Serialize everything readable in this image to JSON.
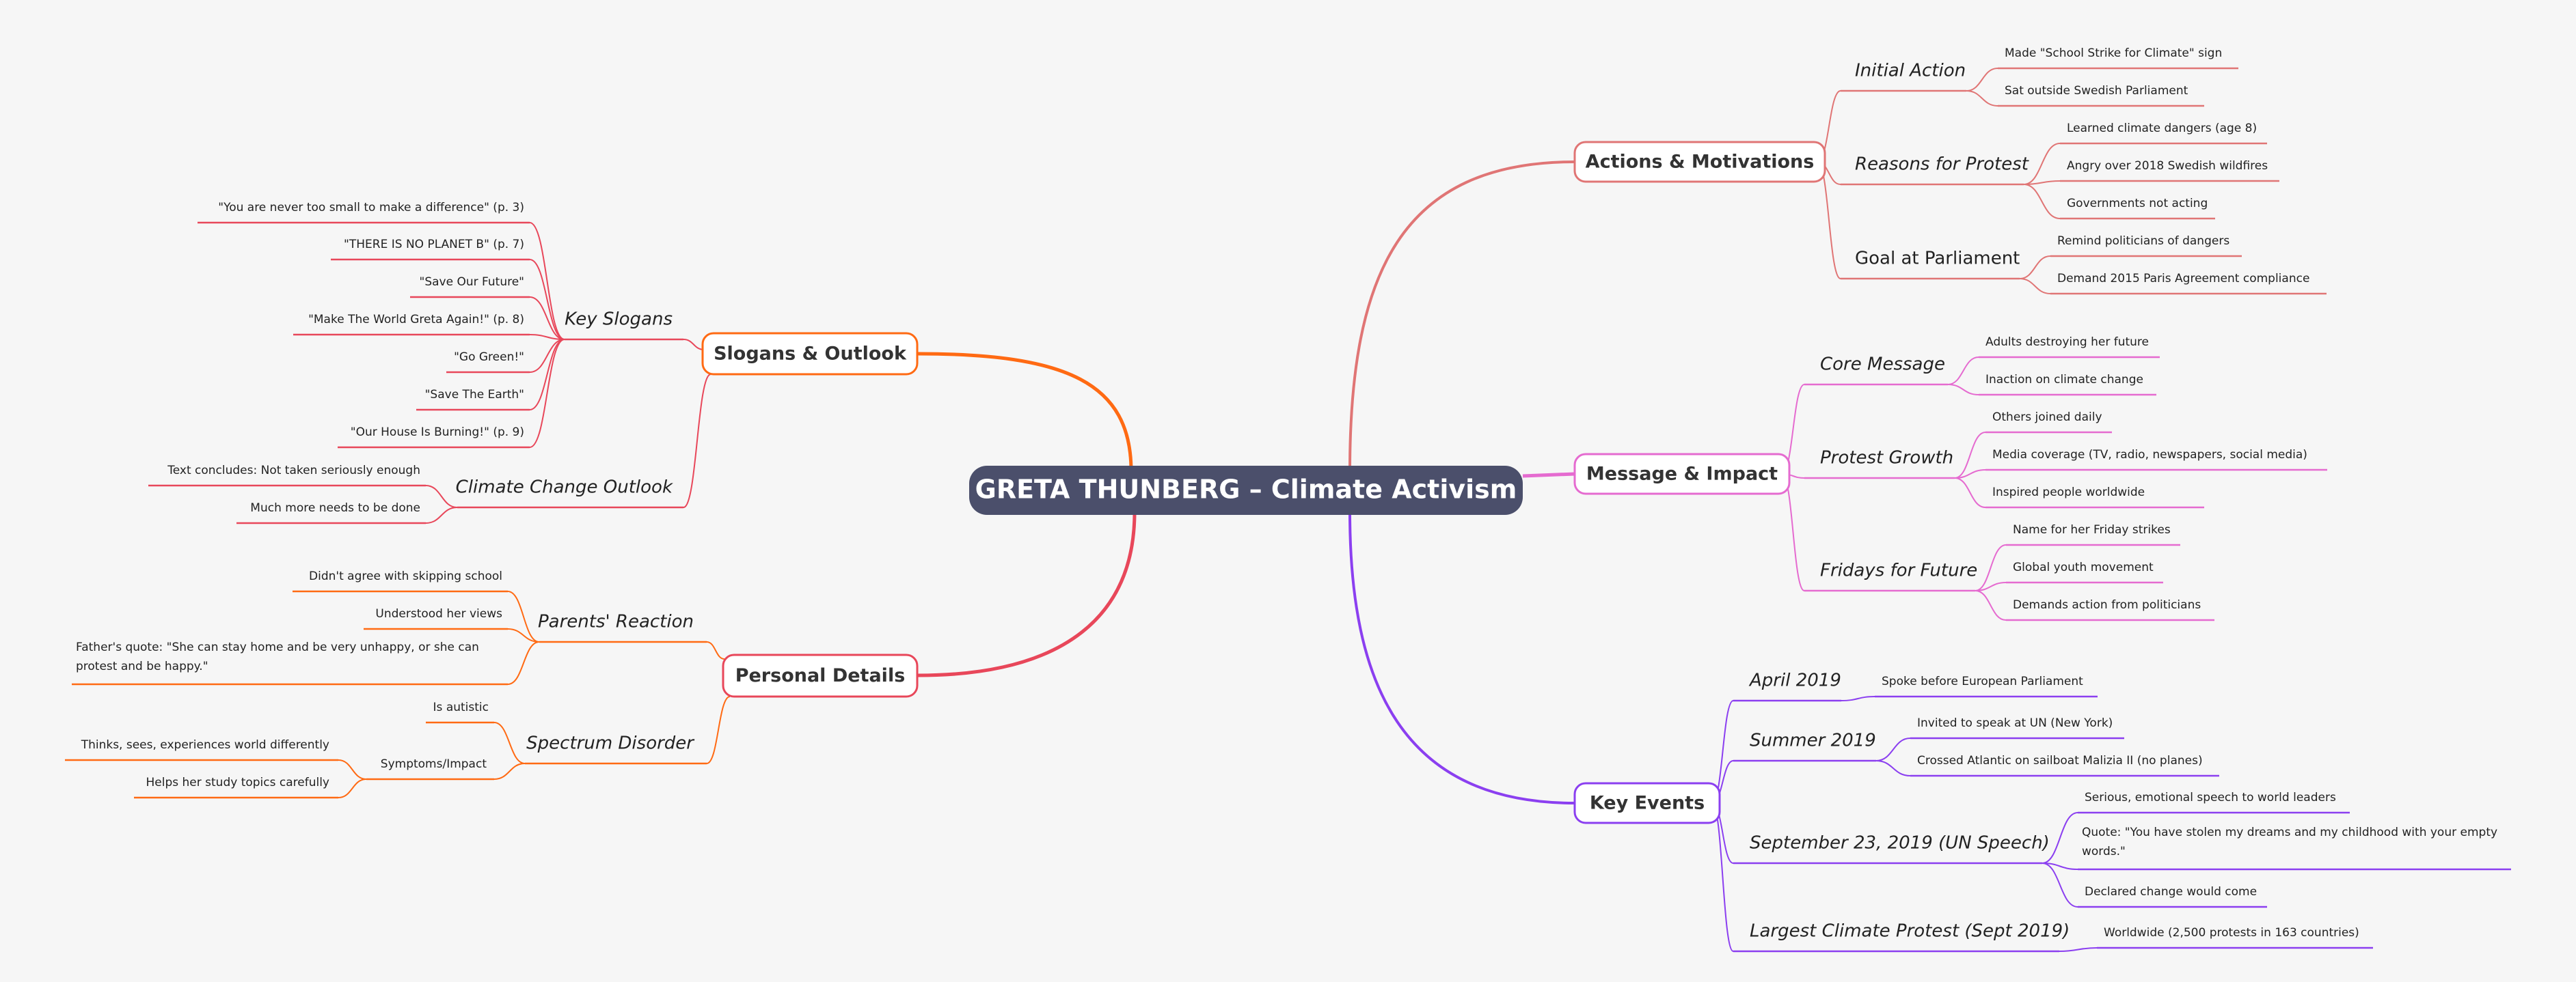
{
  "background": "#f6f6f6",
  "mindmap": {
    "root": "GRETA THUNBERG – Climate Activism",
    "root_color": "#4b4f6b",
    "branches": [
      {
        "label": "Actions & Motivations",
        "color": "#e07575",
        "line_color": "#e07575",
        "topics": [
          {
            "label": "Initial Action",
            "style": "italic",
            "items": [
              "Made \"School Strike for Climate\" sign",
              "Sat outside Swedish Parliament"
            ]
          },
          {
            "label": "Reasons for Protest",
            "style": "italic",
            "items": [
              "Learned climate dangers (age 8)",
              "Angry over 2018 Swedish wildfires",
              "Governments not acting"
            ]
          },
          {
            "label": "Goal at Parliament",
            "style": "normal",
            "items": [
              "Remind politicians of dangers",
              "Demand 2015 Paris Agreement compliance"
            ]
          }
        ]
      },
      {
        "label": "Message & Impact",
        "color": "#e56bd0",
        "line_color": "#e56bd0",
        "topics": [
          {
            "label": "Core Message",
            "style": "italic",
            "items": [
              "Adults destroying her future",
              "Inaction on climate change"
            ]
          },
          {
            "label": "Protest Growth",
            "style": "italic",
            "items": [
              "Others joined daily",
              "Media coverage (TV, radio, newspapers, social media)",
              "Inspired people worldwide"
            ]
          },
          {
            "label": "Fridays for Future",
            "style": "italic",
            "items": [
              "Name for her Friday strikes",
              "Global youth movement",
              "Demands action from politicians"
            ]
          }
        ]
      },
      {
        "label": "Key Events",
        "color": "#8b3ff0",
        "line_color": "#8b3ff0",
        "topics": [
          {
            "label": "April 2019",
            "style": "italic",
            "items": [
              "Spoke before European Parliament"
            ]
          },
          {
            "label": "Summer 2019",
            "style": "italic",
            "items": [
              "Invited to speak at UN (New York)",
              "Crossed Atlantic on sailboat Malizia II (no planes)"
            ]
          },
          {
            "label": "September 23, 2019 (UN Speech)",
            "style": "italic",
            "items": [
              "Serious, emotional speech to world leaders",
              "Quote: \"You have stolen my dreams and my childhood with your empty words.\"",
              "Declared change would come"
            ]
          },
          {
            "label": "Largest Climate Protest (Sept 2019)",
            "style": "italic",
            "items": [
              "Worldwide (2,500 protests in 163 countries)"
            ]
          }
        ]
      },
      {
        "label": "Slogans & Outlook",
        "color": "#ff6a13",
        "line_color": "#e8475a",
        "topics": [
          {
            "label": "Key Slogans",
            "style": "italic",
            "items": [
              "\"You are never too small to make a difference\" (p. 3)",
              "\"THERE IS NO PLANET B\" (p. 7)",
              "\"Save Our Future\"",
              "\"Make The World Greta Again!\" (p. 8)",
              "\"Go Green!\"",
              "\"Save The Earth\"",
              "\"Our House Is Burning!\" (p. 9)"
            ]
          },
          {
            "label": "Climate Change Outlook",
            "style": "italic",
            "items": [
              "Text concludes: Not taken seriously enough",
              "Much more needs to be done"
            ]
          }
        ]
      },
      {
        "label": "Personal Details",
        "color": "#e8475a",
        "line_color": "#ff6a13",
        "topics": [
          {
            "label": "Parents' Reaction",
            "style": "italic",
            "items": [
              "Didn't agree with skipping school",
              "Understood her views",
              "Father's quote: \"She can stay home and be very unhappy, or she can protest and be happy.\""
            ]
          },
          {
            "label": "Spectrum Disorder",
            "style": "italic",
            "items": [
              "Is autistic"
            ],
            "subtopic": {
              "label": "Symptoms/Impact",
              "items": [
                "Thinks, sees, experiences world differently",
                "Helps her study topics carefully"
              ]
            }
          }
        ]
      }
    ]
  }
}
